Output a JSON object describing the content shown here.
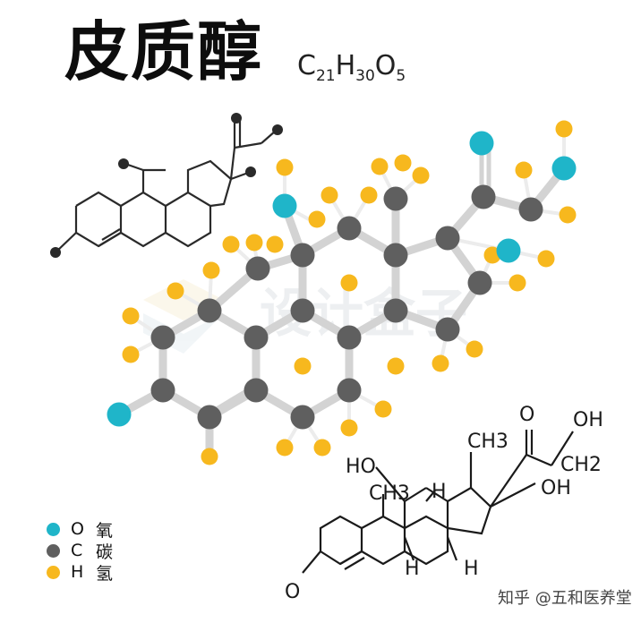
{
  "title": "皮质醇",
  "formula": {
    "c": "C",
    "c_n": "21",
    "h": "H",
    "h_n": "30",
    "o": "O",
    "o_n": "5"
  },
  "legend": [
    {
      "symbol": "O",
      "name": "氧",
      "color": "#1fb5c9"
    },
    {
      "symbol": "C",
      "name": "碳",
      "color": "#5f5f5f"
    },
    {
      "symbol": "H",
      "name": "氢",
      "color": "#f7b81e"
    }
  ],
  "structure_labels": {
    "ch3_top": "CH3",
    "ch3_left": "CH3",
    "ho_left": "HO",
    "oh_top": "OH",
    "ch2": "CH2",
    "oh_right": "OH",
    "h_mid": "H",
    "h_low": "H",
    "h_right": "H",
    "o_ketone": "O",
    "o_side": "O"
  },
  "watermark": "设计盒子",
  "credit": "知乎 @五和医养堂",
  "colors": {
    "oxygen": "#1fb5c9",
    "carbon": "#5f5f5f",
    "hydrogen": "#f7b81e",
    "bond": "#d3d3d3"
  }
}
